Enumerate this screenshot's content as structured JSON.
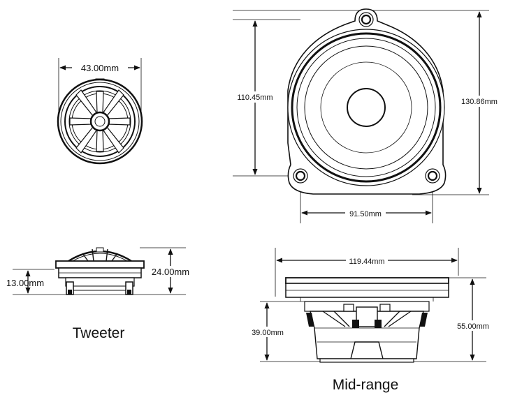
{
  "tweeter": {
    "caption": "Tweeter",
    "diameter_label": "43.00mm",
    "mount_depth_label": "13.00mm",
    "total_height_label": "24.00mm"
  },
  "midrange": {
    "caption": "Mid-range",
    "inner_height_label": "110.45mm",
    "outer_height_label": "130.86mm",
    "hole_spacing_label": "91.50mm",
    "width_label": "119.44mm",
    "mount_depth_label": "39.00mm",
    "total_depth_label": "55.00mm"
  }
}
